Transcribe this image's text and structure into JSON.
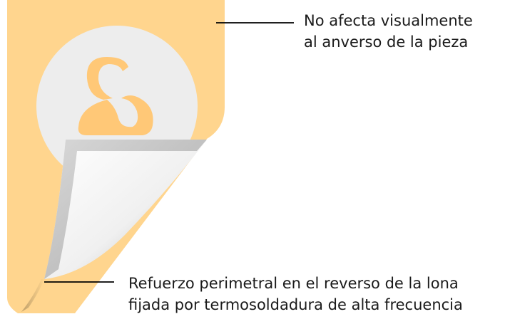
{
  "colors": {
    "banner": "#FFD58E",
    "emblem_circle": "#EDEDED",
    "emblem_glyph": "#FFC877",
    "reverse_face": "#F0F0F0",
    "reinforcement_strip": "#CFCFCF",
    "leader_line": "#000000"
  },
  "illustration": {
    "subject": "banner-with-peeled-corner",
    "emblem_icon": "ampersand-swan-icon"
  },
  "callouts": {
    "top": {
      "line1": "No afecta visualmente",
      "line2": "al anverso de la pieza"
    },
    "bottom": {
      "line1": "Refuerzo perimetral en el reverso de la lona",
      "line2": "fijada por termosoldadura de alta frecuencia"
    }
  }
}
